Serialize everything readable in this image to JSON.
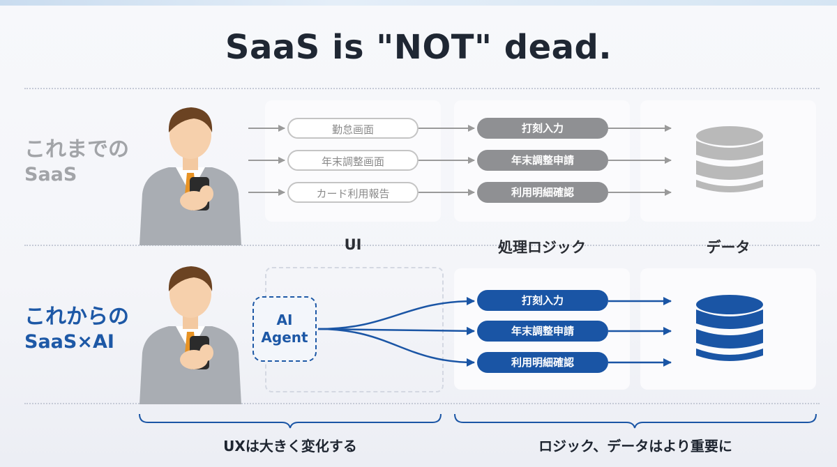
{
  "title": "SaaS is \"NOT\" dead.",
  "rows": {
    "old": {
      "label_line1": "これまでの",
      "label_line2": "SaaS"
    },
    "new": {
      "label_line1": "これからの",
      "label_line2": "SaaS×AI"
    }
  },
  "old_ui_items": [
    "勤怠画面",
    "年末調整画面",
    "カード利用報告"
  ],
  "logic_items": [
    "打刻入力",
    "年末調整申請",
    "利用明細確認"
  ],
  "columns": {
    "ui": "UI",
    "logic": "処理ロジック",
    "data": "データ"
  },
  "agent": {
    "line1": "AI",
    "line2": "Agent"
  },
  "bottom": {
    "left": "UXは大きく変化する",
    "right": "ロジック、データはより重要に"
  },
  "colors": {
    "old_gray": "#8f9093",
    "new_blue": "#1a55a5",
    "label_blue": "#1d58a6"
  }
}
